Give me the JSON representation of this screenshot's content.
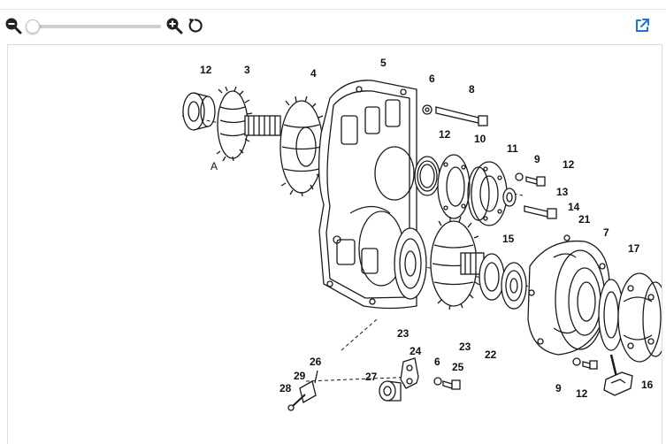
{
  "toolbar": {
    "zoom_out_icon": "zoom-out-magnifier-icon",
    "zoom_in_icon": "zoom-in-magnifier-icon",
    "reset_icon": "rotate-reset-icon",
    "open_external_icon": "external-link-icon",
    "zoom_level": 0,
    "accent_color": "#1a73e8"
  },
  "diagram": {
    "callouts": [
      "12",
      "3",
      "4",
      "5",
      "6",
      "8",
      "A",
      "12",
      "10",
      "11",
      "9",
      "12",
      "13",
      "14",
      "21",
      "7",
      "15",
      "17",
      "23",
      "23",
      "22",
      "16",
      "24",
      "6",
      "25",
      "26",
      "29",
      "27",
      "28",
      "9",
      "12"
    ]
  }
}
